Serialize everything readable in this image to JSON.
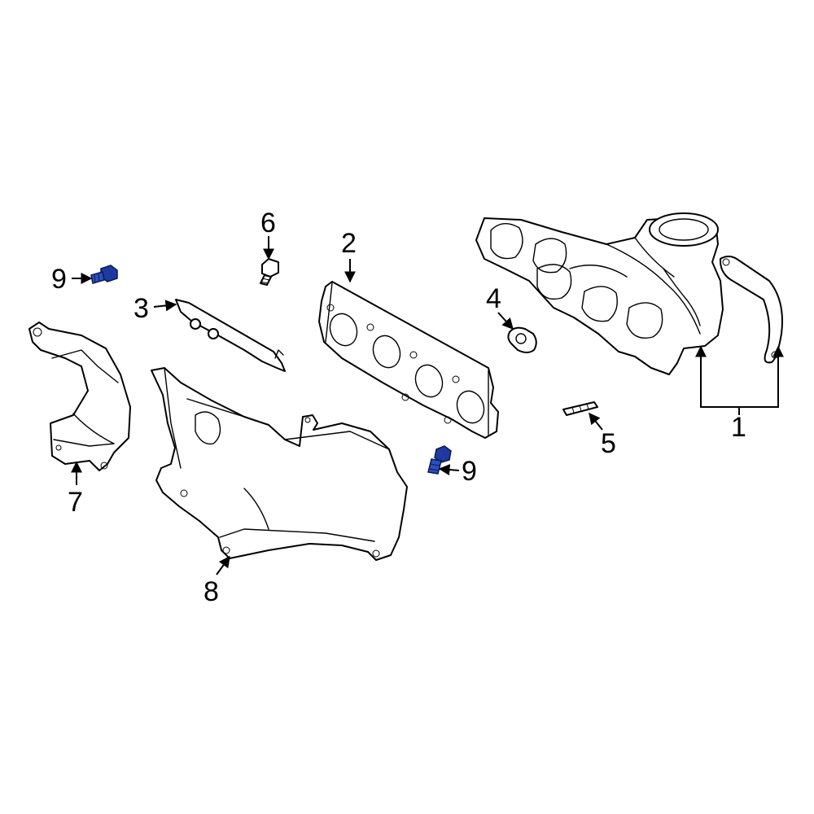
{
  "colors": {
    "line": "#000000",
    "background": "#ffffff",
    "highlight": "#1f3a9e"
  },
  "callouts": {
    "c1": "1",
    "c2": "2",
    "c3": "3",
    "c4": "4",
    "c5": "5",
    "c6": "6",
    "c7": "7",
    "c8": "8",
    "c9a": "9",
    "c9b": "9"
  },
  "icons": {
    "highlighted_parts": [
      "bolt-icon"
    ]
  }
}
